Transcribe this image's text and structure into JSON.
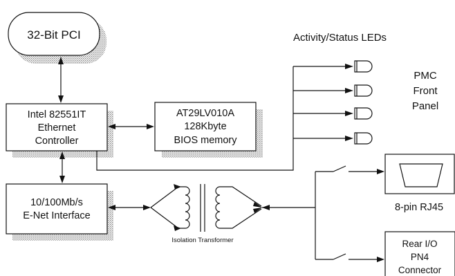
{
  "blocks": {
    "pci": {
      "label": "32-Bit PCI"
    },
    "controller": {
      "lines": [
        "Intel 82551IT",
        "Ethernet",
        "Controller"
      ]
    },
    "bios": {
      "lines": [
        "AT29LV010A",
        "128Kbyte",
        "BIOS memory"
      ]
    },
    "enet": {
      "lines": [
        "10/100Mb/s",
        "E-Net Interface"
      ]
    },
    "rj45": {
      "label": "8-pin RJ45"
    },
    "rear_io": {
      "lines": [
        "Rear I/O",
        "PN4",
        "Connector"
      ]
    }
  },
  "labels": {
    "leds": "Activity/Status LEDs",
    "panel": [
      "PMC",
      "Front",
      "Panel"
    ],
    "transformer": "Isolation Transformer"
  }
}
